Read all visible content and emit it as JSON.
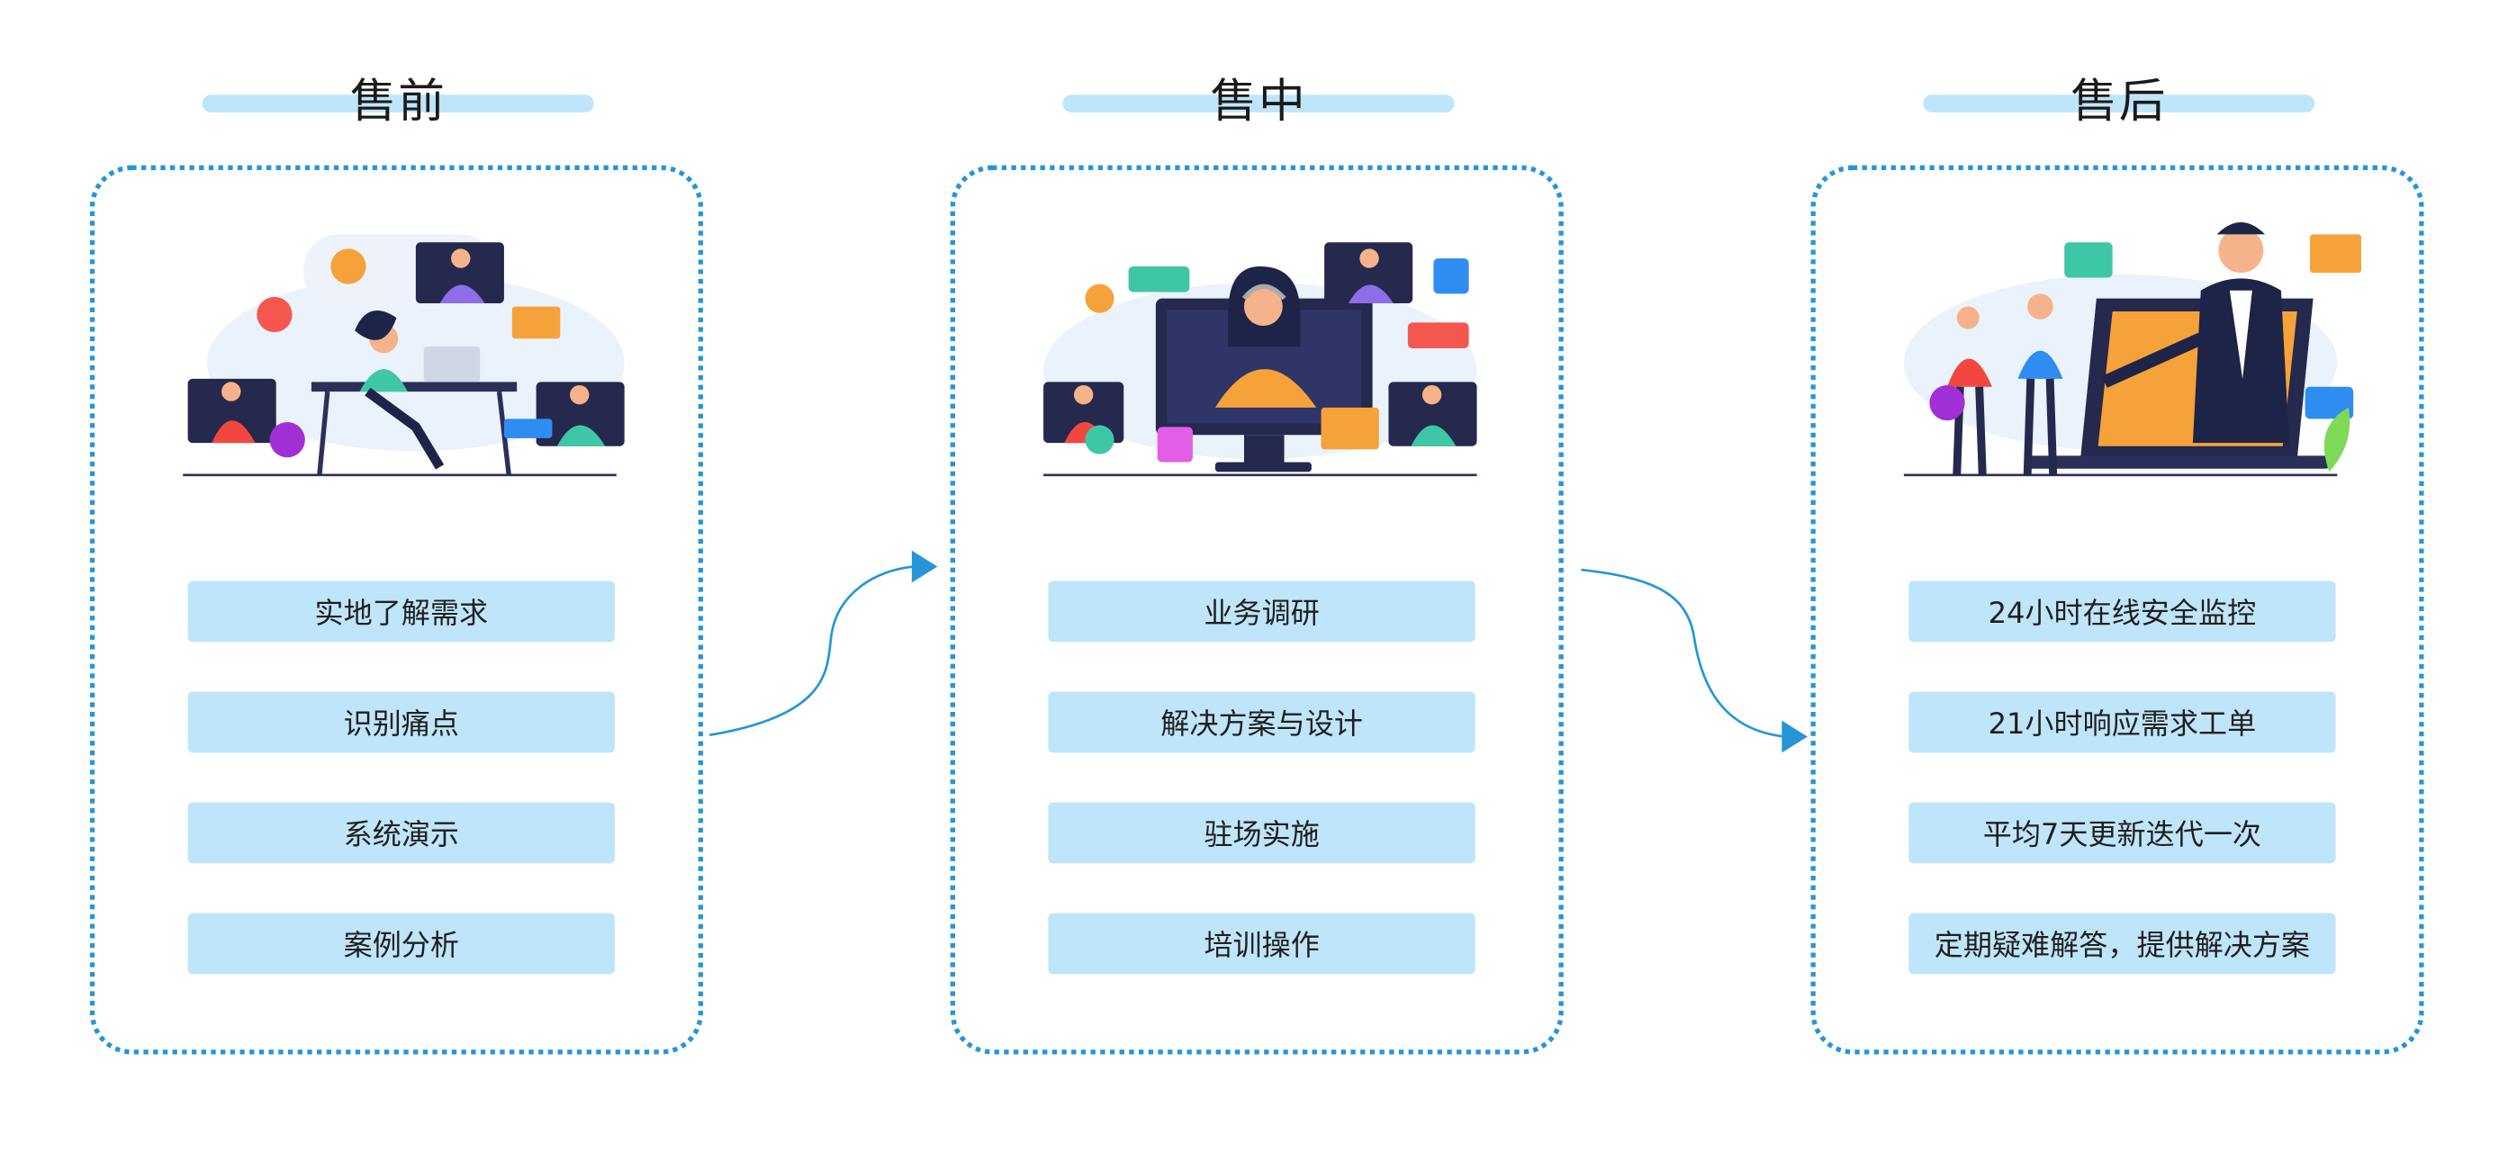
{
  "columns": [
    {
      "title": "售前",
      "items": [
        "实地了解需求",
        "识别痛点",
        "系统演示",
        "案例分析"
      ]
    },
    {
      "title": "售中",
      "items": [
        "业务调研",
        "解决方案与设计",
        "驻场实施",
        "培训操作"
      ]
    },
    {
      "title": "售后",
      "items": [
        "24小时在线安全监控",
        "21小时响应需求工单",
        "平均7天更新迭代一次",
        "定期疑难解答，提供解决方案"
      ]
    }
  ],
  "colors": {
    "accent": "#2596d7",
    "item_bg": "#bfe5fa",
    "title_bar": "#bfe5fa"
  }
}
